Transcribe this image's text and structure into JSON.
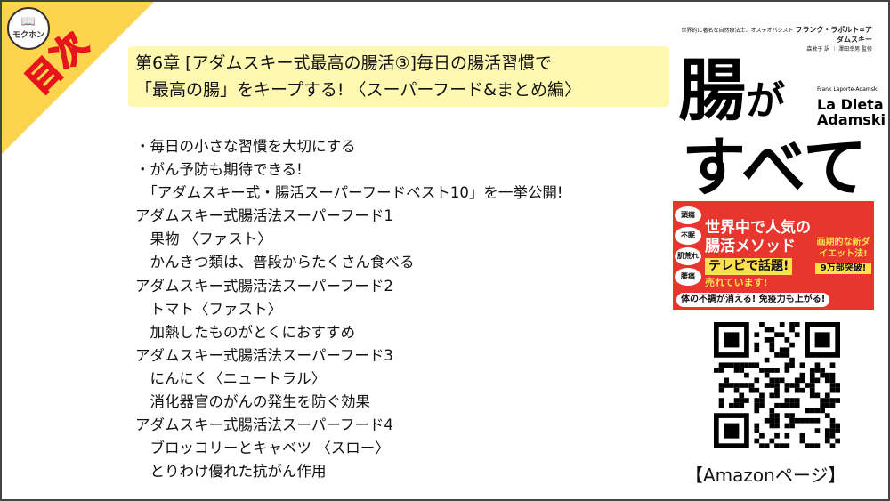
{
  "brand": {
    "logo_text": "モクホン",
    "badge": "目次"
  },
  "title": {
    "line1": "第6章 [アダムスキー式最高の腸活③]毎日の腸活習慣で",
    "line2": "「最高の腸」をキープする! 〈スーパーフード&まとめ編〉"
  },
  "lines": [
    "・毎日の小さな習慣を大切にする",
    "・がん予防も期待できる!",
    "　「アダムスキー式・腸活スーパーフードベスト10」を一挙公開!",
    "アダムスキー式腸活法スーパーフード1",
    "　果物 〈ファスト〉",
    "　かんきつ類は、普段からたくさん食べる",
    "アダムスキー式腸活法スーパーフード2",
    "　トマト〈ファスト〉",
    "　加熱したものがとくにおすすめ",
    "アダムスキー式腸活法スーパーフード3",
    "　にんにく〈ニュートラル〉",
    "　消化器官のがんの発生を防ぐ効果",
    "アダムスキー式腸活法スーパーフード4",
    "　ブロッコリーとキャベツ 〈スロー〉",
    "　とりわけ優れた抗がん作用"
  ],
  "cover": {
    "author_line": "世界的に著名な自然療法士、オステオパシスト",
    "author": "フランク・ラポルト=アダムスキー",
    "translator": "森敦子 訳 ｜ 澤田幸男 監修",
    "title_a": "腸",
    "title_b": "が",
    "title_c": "すべて",
    "orig_author": "Frank Laporte-Adamski",
    "orig_title1": "La Dieta",
    "orig_title2": "Adamski",
    "symptoms": [
      "頭痛",
      "不眠",
      "肌荒れ",
      "腰痛"
    ],
    "headline1": "世界中で人気の",
    "headline2": "腸活メソッド",
    "tv": "テレビで話題!",
    "selling": "売れています!",
    "right": "画期的な新ダイエット法!",
    "sales": "9万部突破!",
    "bottom1": "体の不調が消える!",
    "bottom2": "免疫力も上がる!"
  },
  "amazon_label": "【Amazonページ】",
  "colors": {
    "corner": "#fdd44d",
    "title_bg": "#fff8b0",
    "band": "#e8352d",
    "badge_stroke": "#e8141c"
  }
}
